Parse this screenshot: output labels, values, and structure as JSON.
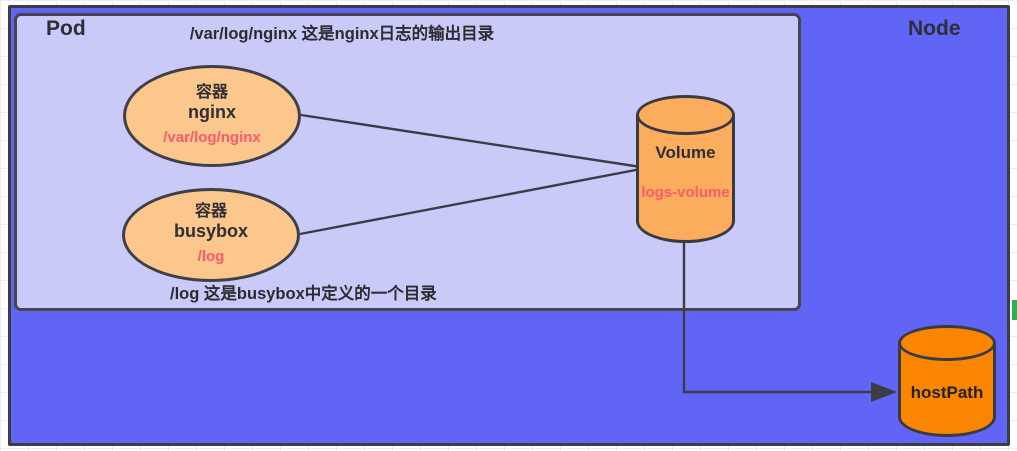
{
  "diagram": {
    "node_label": "Node",
    "pod_label": "Pod",
    "top_annotation": "/var/log/nginx 这是nginx日志的输出目录",
    "bottom_annotation": "/log 这是busybox中定义的一个目录",
    "containers": [
      {
        "title": "容器",
        "name": "nginx",
        "mount_path": "/var/log/nginx"
      },
      {
        "title": "容器",
        "name": "busybox",
        "mount_path": "/log"
      }
    ],
    "volume": {
      "label": "Volume",
      "name": "logs-volume"
    },
    "host_path": {
      "label": "hostPath"
    }
  },
  "colors": {
    "node-bg": "#6165f6",
    "pod-bg": "#c9caf8",
    "ellipse-fill": "#fcc78c",
    "volume-fill": "#fbad5d",
    "hostpath-fill": "#fa8500",
    "stroke": "#3c3c44",
    "text-dark": "#2e2e34",
    "pink": "#fa5a70",
    "green": "#2fae4d"
  }
}
